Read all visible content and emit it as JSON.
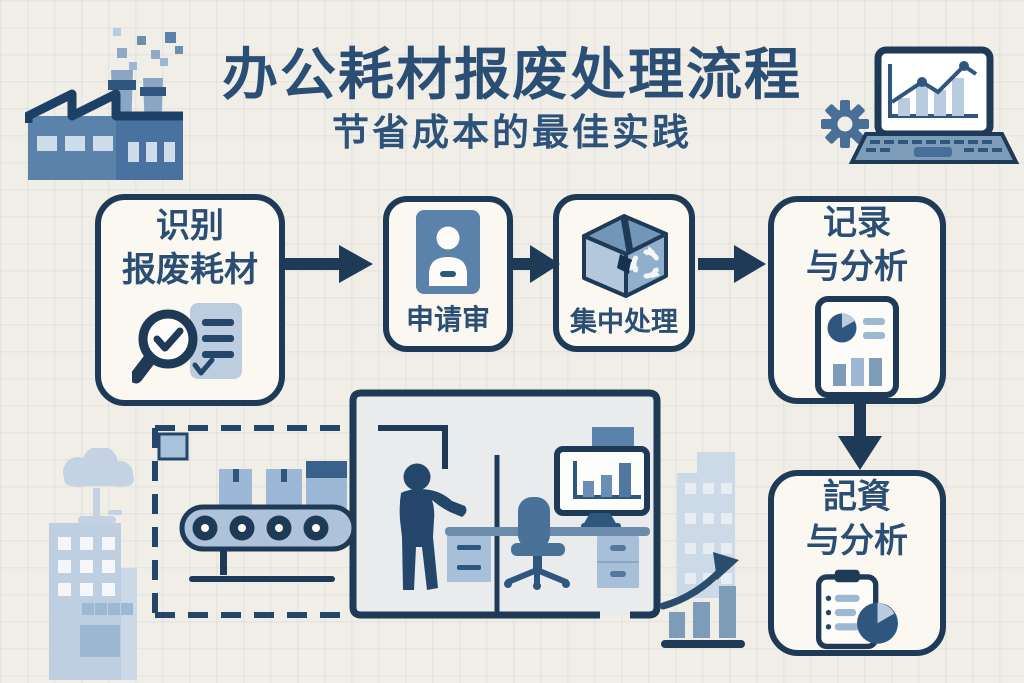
{
  "header": {
    "title": "办公耗材报废处理流程",
    "subtitle": "节省成本的最佳实践"
  },
  "flow": {
    "steps": [
      {
        "name": "identify-scrap",
        "lines": [
          "识别",
          "报废耗材"
        ],
        "icon": "magnifier-checklist-icon"
      },
      {
        "name": "apply-review",
        "lines": [
          "申请审"
        ],
        "icon": "id-card-icon"
      },
      {
        "name": "central-processing",
        "lines": [
          "集中处理"
        ],
        "icon": "recycle-box-icon"
      },
      {
        "name": "record-analysis",
        "lines": [
          "记录",
          "与分析"
        ],
        "icon": "report-chart-icon"
      },
      {
        "name": "record-analysis-2",
        "lines": [
          "記資",
          "与分析"
        ],
        "icon": "clipboard-pie-icon"
      }
    ]
  },
  "decorations": [
    "factory-icon",
    "smoke-pixels",
    "gear-icon",
    "laptop-chart-icon",
    "warehouse-conveyor-illustration",
    "worker-figure",
    "office-desk-illustration",
    "cloud-tree-icon",
    "city-building-left",
    "city-building-right",
    "growth-arrow-icon",
    "growth-bars-icon"
  ],
  "colors": {
    "background": "#f1eee7",
    "navy": "#1e3a56",
    "mid_blue": "#5b82ab",
    "light_blue": "#aec3da",
    "pale_blue": "#c6d4e4",
    "box_fill": "#fbf8f2",
    "text": "#2b4e74"
  }
}
